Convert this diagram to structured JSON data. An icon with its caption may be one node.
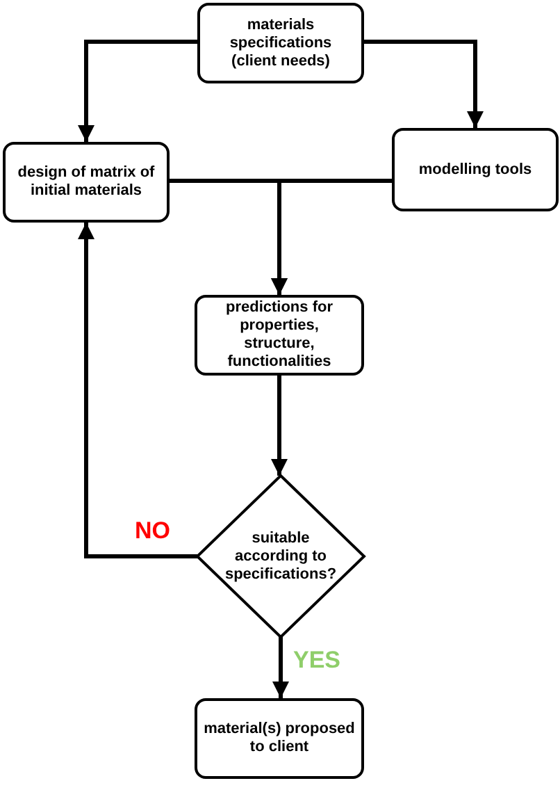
{
  "diagram": {
    "nodes": [
      {
        "text": [
          "materials specifications (client needs)"
        ]
      },
      {
        "text": [
          "design of matrix of initial materials"
        ]
      },
      {
        "text": [
          "modelling tools"
        ]
      },
      {
        "text": [
          "predictions for properties, structure, functionalities"
        ]
      },
      {
        "text": [
          "suitable according to specifications?"
        ]
      },
      {
        "text": [
          "material(s) proposed to client"
        ]
      }
    ],
    "edges": [
      {
        "from": 0,
        "to": 1,
        "arrow": "to"
      },
      {
        "from": 0,
        "to": 2,
        "arrow": "to"
      },
      {
        "from": 1,
        "to": 3,
        "arrow": "to"
      },
      {
        "from": 2,
        "to": 3,
        "arrow": "to"
      },
      {
        "from": 3,
        "to": 4,
        "arrow": "to"
      },
      {
        "from": 4,
        "to": 1,
        "arrow": "to",
        "label": "NO"
      },
      {
        "from": 4,
        "to": 5,
        "arrow": "to",
        "label": "YES"
      }
    ]
  }
}
